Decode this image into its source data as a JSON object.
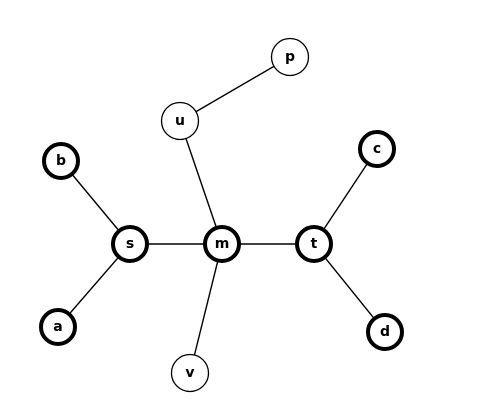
{
  "diagram": {
    "type": "undirected-graph",
    "nodes": [
      {
        "id": "p",
        "label": "p",
        "emphasis": "normal"
      },
      {
        "id": "u",
        "label": "u",
        "emphasis": "normal"
      },
      {
        "id": "b",
        "label": "b",
        "emphasis": "bold"
      },
      {
        "id": "c",
        "label": "c",
        "emphasis": "bold"
      },
      {
        "id": "s",
        "label": "s",
        "emphasis": "bold"
      },
      {
        "id": "m",
        "label": "m",
        "emphasis": "bold"
      },
      {
        "id": "t",
        "label": "t",
        "emphasis": "bold"
      },
      {
        "id": "a",
        "label": "a",
        "emphasis": "bold"
      },
      {
        "id": "d",
        "label": "d",
        "emphasis": "bold"
      },
      {
        "id": "v",
        "label": "v",
        "emphasis": "normal"
      }
    ],
    "edges": [
      {
        "from": "u",
        "to": "p"
      },
      {
        "from": "u",
        "to": "m"
      },
      {
        "from": "b",
        "to": "s"
      },
      {
        "from": "a",
        "to": "s"
      },
      {
        "from": "s",
        "to": "m"
      },
      {
        "from": "m",
        "to": "t"
      },
      {
        "from": "m",
        "to": "v"
      },
      {
        "from": "t",
        "to": "c"
      },
      {
        "from": "t",
        "to": "d"
      }
    ]
  }
}
